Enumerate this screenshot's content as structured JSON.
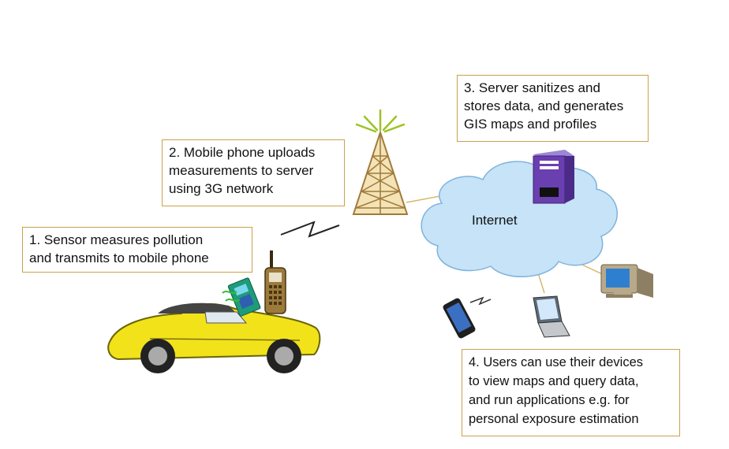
{
  "steps": [
    {
      "id": "1",
      "lines": [
        "1. Sensor measures pollution",
        "and  transmits to mobile phone"
      ]
    },
    {
      "id": "2",
      "lines": [
        "2. Mobile phone uploads",
        "measurements to server",
        "using 3G network"
      ]
    },
    {
      "id": "3",
      "lines": [
        "3. Server sanitizes and",
        "stores data, and generates",
        "GIS maps and profiles"
      ]
    },
    {
      "id": "4",
      "lines": [
        "4. Users can use their devices",
        "to view maps and query data,",
        "and run applications e.g. for",
        "personal exposure estimation"
      ]
    }
  ],
  "cloud_label": "Internet",
  "colors": {
    "box_border": "#c9a24a",
    "cloud_fill": "#c6e3f7",
    "cloud_stroke": "#7fb3dc",
    "car_body": "#f2e21a",
    "tower": "#a07a3a",
    "server": "#6a3fb0",
    "link_line": "#d6b86a"
  },
  "icons": [
    "car-icon",
    "sensor-icon",
    "mobile-phone-icon",
    "cell-tower-icon",
    "server-icon",
    "internet-cloud-icon",
    "smartphone-icon",
    "laptop-icon",
    "desktop-computer-icon",
    "wireless-signal-icon"
  ]
}
